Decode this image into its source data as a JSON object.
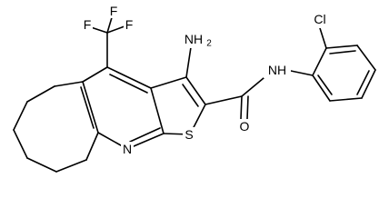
{
  "molecule": {
    "labels": {
      "amino": "NH",
      "amino_sub": "2",
      "nh": "NH",
      "oxygen": "O",
      "sulfur": "S",
      "ring_nitrogen": "N",
      "chlorine": "Cl",
      "f_top_left": "F",
      "f_top_right": "F",
      "f_right": "F"
    }
  }
}
